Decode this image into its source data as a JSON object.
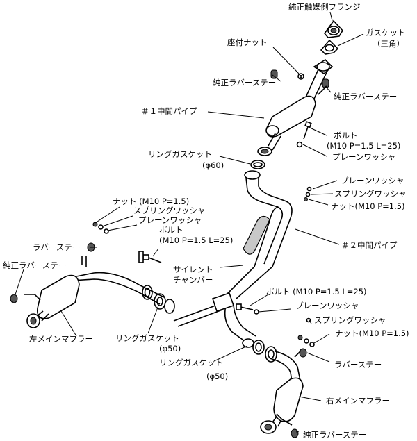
{
  "labels": {
    "oem_cat_flange": "純正触媒側フランジ",
    "gasket_tri": "ガスケット",
    "gasket_tri_sub": "（三角）",
    "seat_nut": "座付ナット",
    "oem_rubber_stay_top_left": "純正ラバーステー",
    "oem_rubber_stay_top_right": "純正ラバーステー",
    "mid_pipe_1": "＃１中間パイプ",
    "bolt_top": "ボルト",
    "bolt_top_spec": "(M10 P=1.5 L=25)",
    "plain_washer_top": "プレーンワッシャ",
    "ring_gasket_top": "リングガスケット",
    "ring_gasket_top_size": "(φ60)",
    "plain_washer_right": "プレーンワッシャ",
    "spring_washer_right": "スプリングワッシャ",
    "nut_right": "ナット(M10 P=1.5)",
    "nut_left": "ナット (M10 P=1.5)",
    "spring_washer_left": "スプリングワッシャ",
    "plain_washer_left": "プレーンワッシャ",
    "bolt_left": "ボルト",
    "bolt_left_spec": "(M10 P=1.5 L=25)",
    "rubber_stay_left": "ラバーステー",
    "mid_pipe_2": "＃２中間パイプ",
    "oem_rubber_stay_left": "純正ラバーステー",
    "silent_chamber_1": "サイレント",
    "silent_chamber_2": "チャンバー",
    "bolt_center": "ボルト (M10 P=1.5 L=25)",
    "plain_washer_center": "プレーンワッシャ",
    "spring_washer_center": "スプリングワッシャ",
    "nut_center": "ナット(M10 P=1.5)",
    "left_main_muffler": "左メインマフラー",
    "ring_gasket_mid": "リングガスケット",
    "ring_gasket_mid_size": "(φ50)",
    "ring_gasket_low": "リングガスケット",
    "ring_gasket_low_size": "(φ50)",
    "rubber_stay_right": "ラバーステー",
    "right_main_muffler": "右メインマフラー",
    "oem_rubber_stay_bottom": "純正ラバーステー"
  }
}
